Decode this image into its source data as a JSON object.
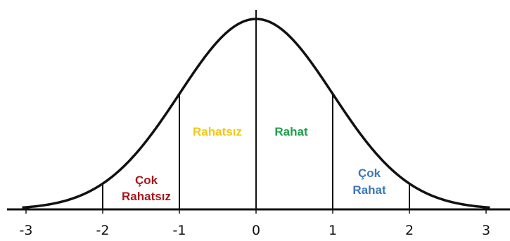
{
  "diagram": {
    "x_ticks": [
      {
        "value": -3,
        "label": "-3"
      },
      {
        "value": -2,
        "label": "-2"
      },
      {
        "value": -1,
        "label": "-1"
      },
      {
        "value": 0,
        "label": "0"
      },
      {
        "value": 1,
        "label": "1"
      },
      {
        "value": 2,
        "label": "2"
      },
      {
        "value": 3,
        "label": "3"
      }
    ],
    "dividers": [
      -2,
      -1,
      0,
      1,
      2
    ],
    "regions": {
      "cok_rahatsiz": {
        "line1": "Çok",
        "line2": "Rahatsız",
        "color": "#a4161a"
      },
      "rahatsiz": {
        "text": "Rahatsız",
        "color": "#f2c811"
      },
      "rahat": {
        "text": "Rahat",
        "color": "#1f9e4a"
      },
      "cok_rahat": {
        "line1": "Çok",
        "line2": "Rahat",
        "color": "#3b78b8"
      }
    },
    "curve_color": "#111111",
    "axis_color": "#111111"
  }
}
